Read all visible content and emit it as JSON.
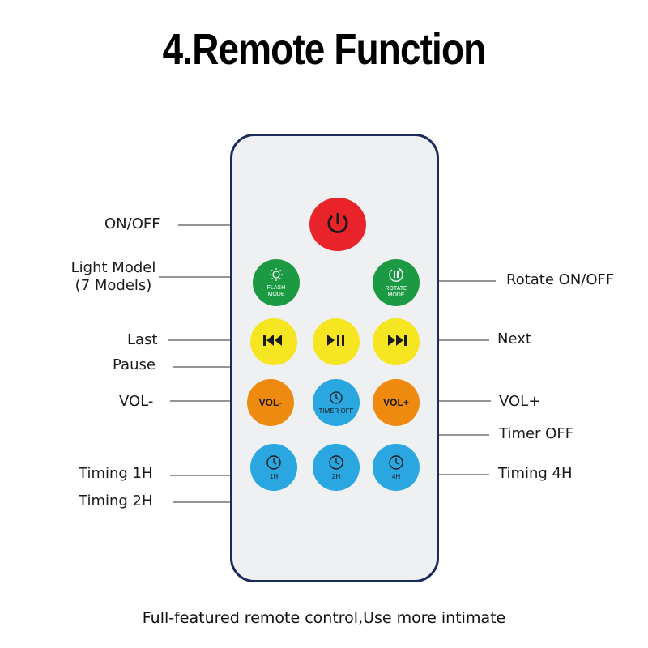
{
  "title": "4.Remote Function",
  "caption": "Full-featured remote control,Use more intimate",
  "buttons": {
    "power_icon": "power-icon",
    "flash_mode": "FLASH MODE",
    "rotate_mode": "ROTATE MODE",
    "vol_minus": "VOL-",
    "vol_plus": "VOL+",
    "timer_off": "TIMER OFF",
    "t1h": "1H",
    "t2h": "2H",
    "t4h": "4H"
  },
  "labels": {
    "on_off": "ON/OFF",
    "light_model_1": "Light Model",
    "light_model_2": "(7 Models)",
    "rotate": "Rotate ON/OFF",
    "last": "Last",
    "next": "Next",
    "pause": "Pause",
    "vol_minus": "VOL-",
    "vol_plus": "VOL+",
    "timer_off": "Timer OFF",
    "timing_1h": "Timing 1H",
    "timing_4h": "Timing 4H",
    "timing_2h": "Timing 2H"
  },
  "colors": {
    "red": "#e8232a",
    "green": "#1c9a43",
    "yellow": "#f6e521",
    "orange": "#ef8a10",
    "blue": "#2aa6e0",
    "remote_border": "#1d2a5c"
  }
}
